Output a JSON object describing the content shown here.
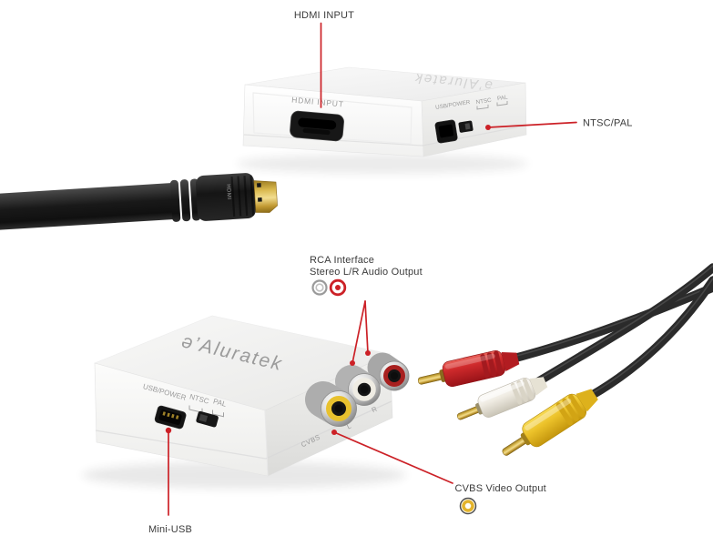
{
  "callouts": {
    "hdmi_input": {
      "label": "HDMI INPUT"
    },
    "ntsc_pal": {
      "label": "NTSC/PAL"
    },
    "rca_interface": {
      "line1": "RCA Interface",
      "line2": "Stereo L/R Audio Output"
    },
    "cvbs_output": {
      "label": "CVBS Video Output"
    },
    "mini_usb": {
      "label": "Mini-USB"
    }
  },
  "device_top": {
    "brand_mark": "ǝ’",
    "brand_name": "Aluratek",
    "front_print": "HDMI INPUT",
    "side_print": {
      "usb_power": "USB/POWER",
      "ntsc": "NTSC",
      "pal": "PAL"
    }
  },
  "device_bottom": {
    "brand_mark": "ǝ’",
    "brand_name": "Aluratek",
    "front_print": {
      "usb_power": "USB/POWER",
      "ntsc": "NTSC",
      "pal": "PAL"
    },
    "jack_print": {
      "cvbs": "CVBS",
      "left": "L",
      "right": "R"
    }
  },
  "hdmi_cable": {
    "connector_print": "HDMI"
  },
  "colors": {
    "background": "#ffffff",
    "callout_line": "#cc2127",
    "callout_text": "#3b3b3b",
    "device_print": "#9b9b9b",
    "rca_red": "#c5262a",
    "rca_white": "#efece3",
    "rca_yellow": "#e8c12e",
    "connector_gold": "#d9b84e",
    "cable_black": "#1a1a1a"
  }
}
